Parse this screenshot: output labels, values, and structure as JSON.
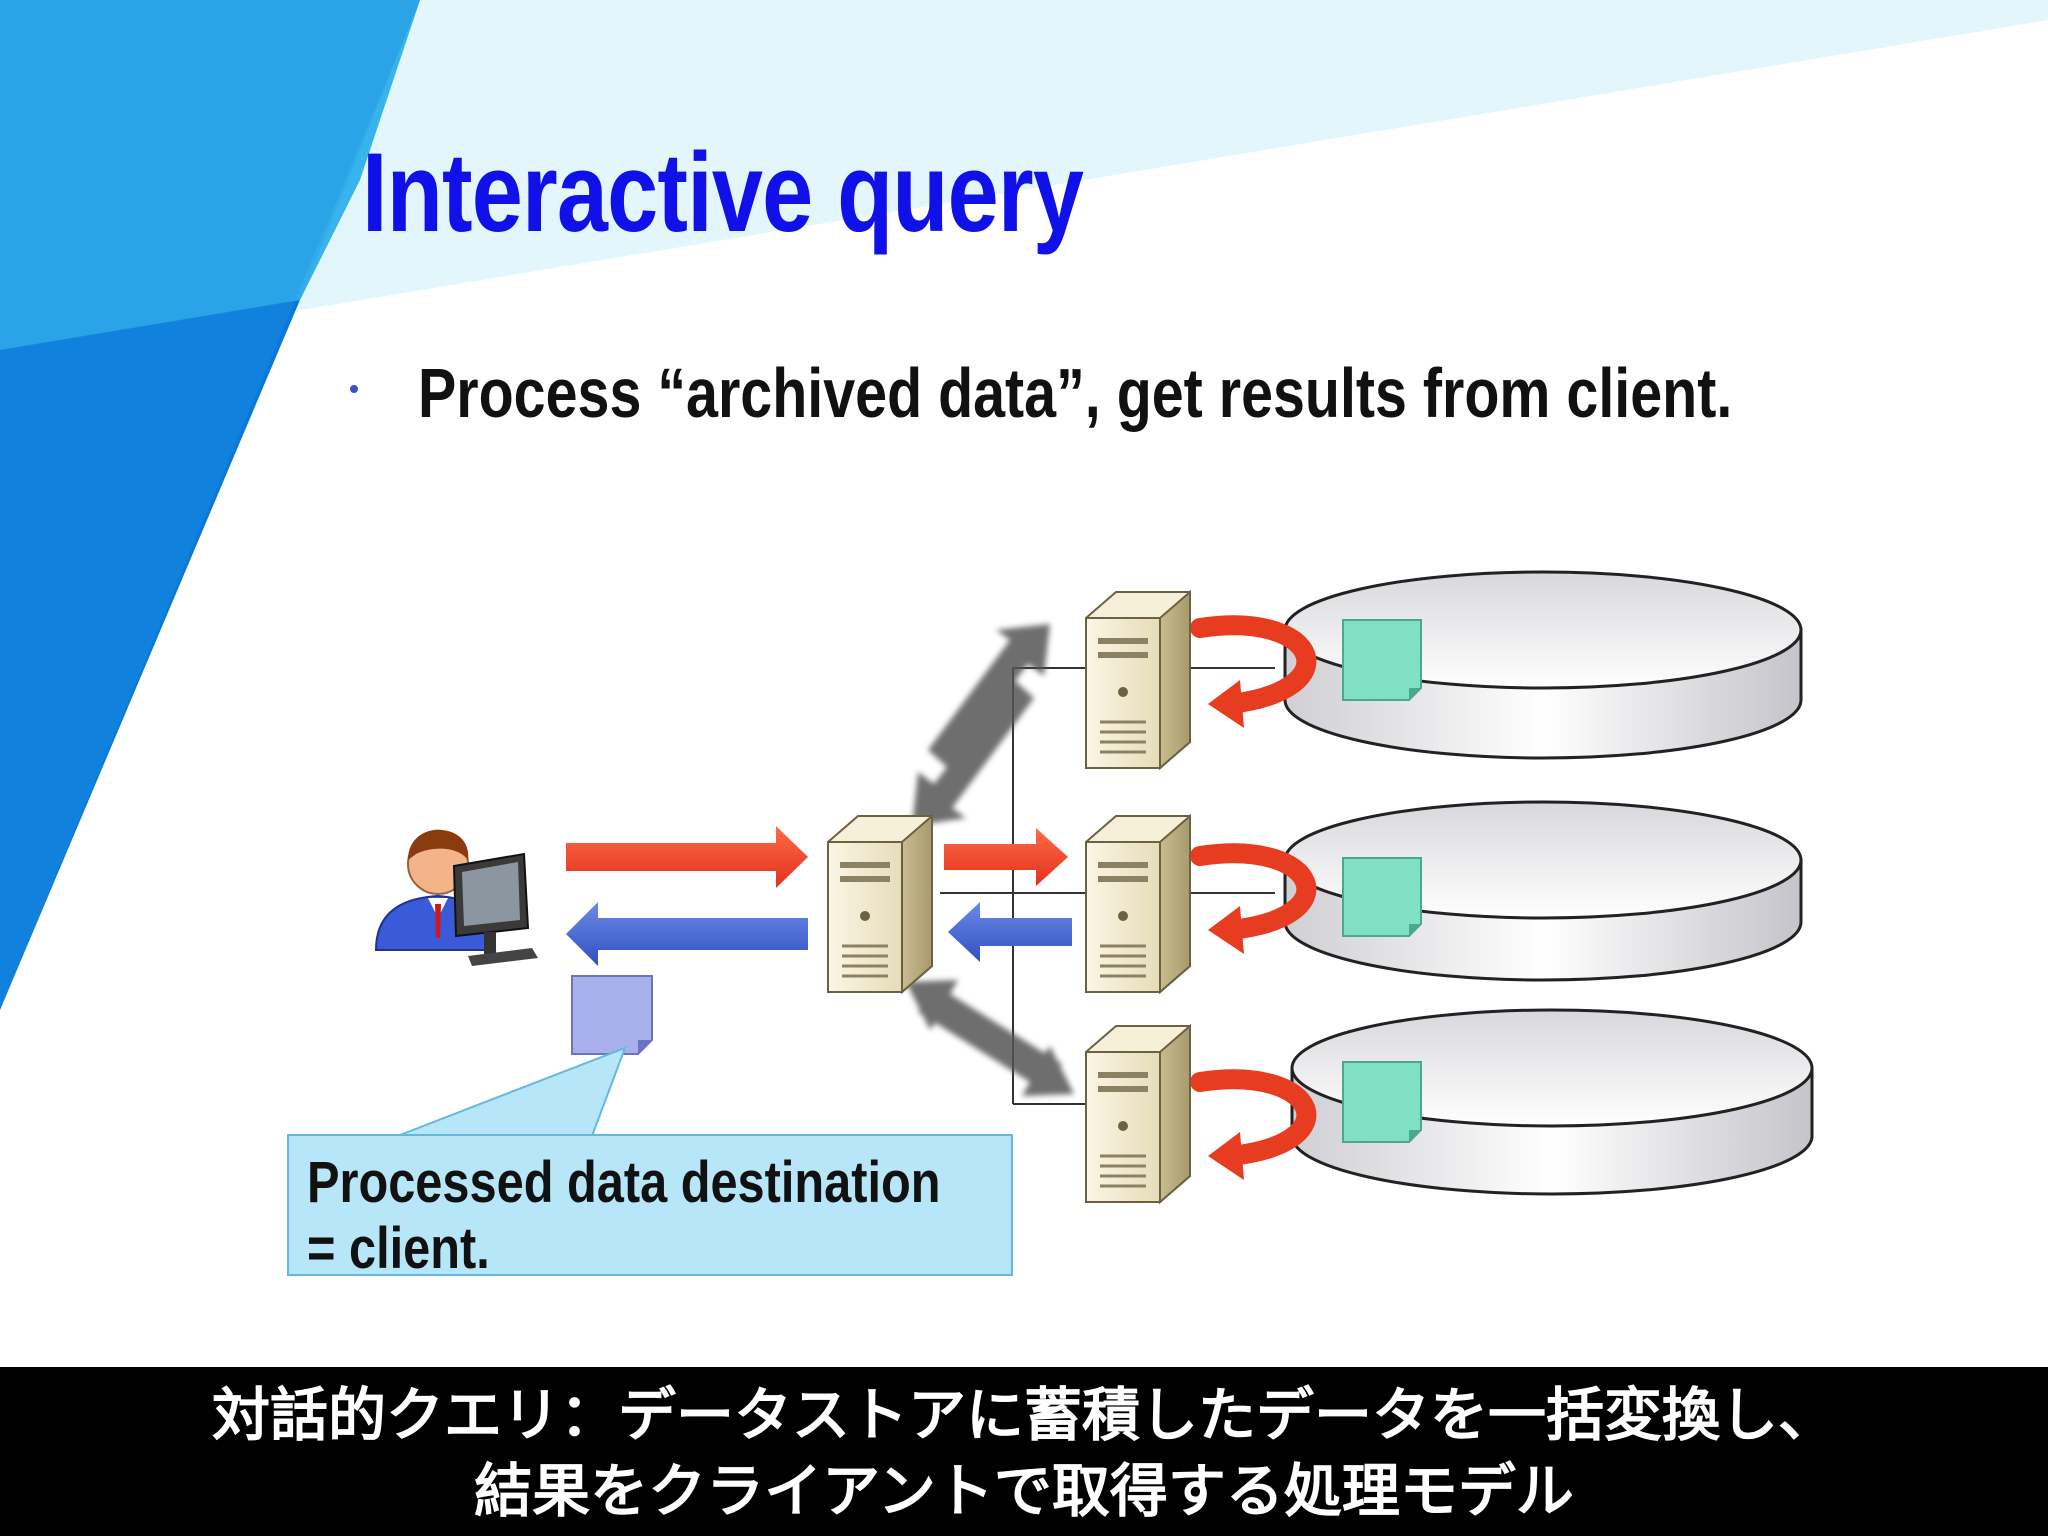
{
  "slide": {
    "title": "Interactive query",
    "bullet": "Process “archived data”, get results from client."
  },
  "callout": {
    "line1": "Processed data destination",
    "line2": "= client."
  },
  "caption": {
    "line1": "対話的クエリ：データストアに蓄積したデータを一括変換し、",
    "line2": "結果をクライアントで取得する処理モデル"
  },
  "colors": {
    "title": "#1010e8",
    "request_arrow": "#f24a28",
    "response_arrow": "#4060d0",
    "data_block": "#7fe0c4",
    "client_data_block": "#a8b0ec",
    "callout_fill": "#b6e6f8",
    "caption_bar": "#000000"
  }
}
